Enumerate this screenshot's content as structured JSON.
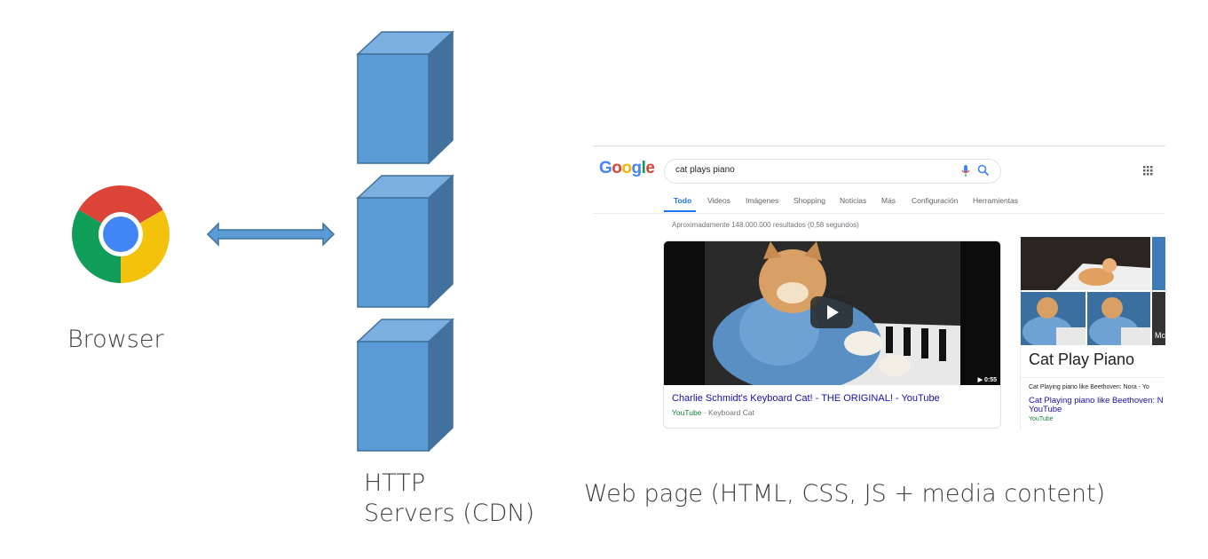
{
  "diagram": {
    "browser_label": "Browser",
    "servers_label": "HTTP\nServers (CDN)",
    "webpage_label": "Web page (HTML, CSS, JS + media content)",
    "colors": {
      "server_front": "#5B9BD5",
      "server_top": "#7BAFDF",
      "server_side": "#41719C",
      "arrow": "#5B9BD5"
    },
    "icons": [
      "chrome-icon",
      "server-icon",
      "double-arrow"
    ]
  },
  "screenshot": {
    "logo": "Google",
    "search_query": "cat plays piano",
    "tabs": [
      "Todo",
      "Videos",
      "Imágenes",
      "Shopping",
      "Noticias",
      "Más",
      "Configuración",
      "Herramientas"
    ],
    "stats": "Aproximadamente 148.000.000 resultados (0,58 segundos)",
    "video": {
      "duration": "▶ 0:55",
      "title": "Charlie Schmidt's Keyboard Cat! - THE ORIGINAL! - YouTube",
      "source": "YouTube",
      "channel": "· Keyboard Cat"
    },
    "knowledge_panel": {
      "more_badge": "Mc",
      "title": "Cat Play Piano",
      "line": "Cat Playing piano like Beethoven: Nora - Yo",
      "link": "Cat Playing piano like Beethoven: N YouTube",
      "source": "YouTube"
    }
  }
}
